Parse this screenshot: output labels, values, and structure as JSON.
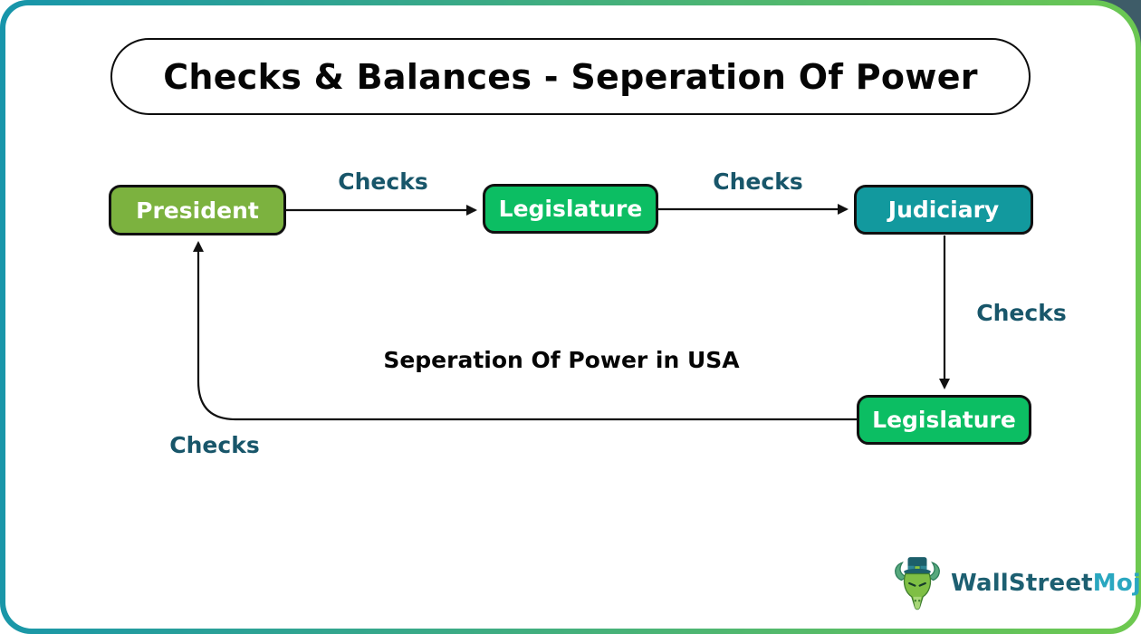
{
  "title": "Checks & Balances - Seperation Of Power",
  "subtitle": "Seperation Of Power in USA",
  "nodes": [
    {
      "id": "president",
      "label": "President",
      "fill": "#7CB23F"
    },
    {
      "id": "legislature-top",
      "label": "Legislature",
      "fill": "#0CBE63"
    },
    {
      "id": "judiciary",
      "label": "Judiciary",
      "fill": "#12999E"
    },
    {
      "id": "legislature-bottom",
      "label": "Legislature",
      "fill": "#0CBE63"
    }
  ],
  "edges": [
    {
      "from": "President",
      "to": "Legislature",
      "label": "Checks"
    },
    {
      "from": "Legislature",
      "to": "Judiciary",
      "label": "Checks"
    },
    {
      "from": "Judiciary",
      "to": "Legislature",
      "label": "Checks"
    },
    {
      "from": "Legislature",
      "to": "President",
      "label": "Checks"
    }
  ],
  "logo": {
    "primary": "WallStreet",
    "accent": "Mojo"
  },
  "colors": {
    "border_start": "#1795AB",
    "border_end": "#6EC94F",
    "checks_label": "#18566A",
    "arrow": "#111111",
    "node_text": "#FFFFFF",
    "title_text": "#050505",
    "logo_primary": "#1D5F71",
    "logo_accent": "#2AA7C0",
    "corner_dark": "#3E5C68"
  }
}
